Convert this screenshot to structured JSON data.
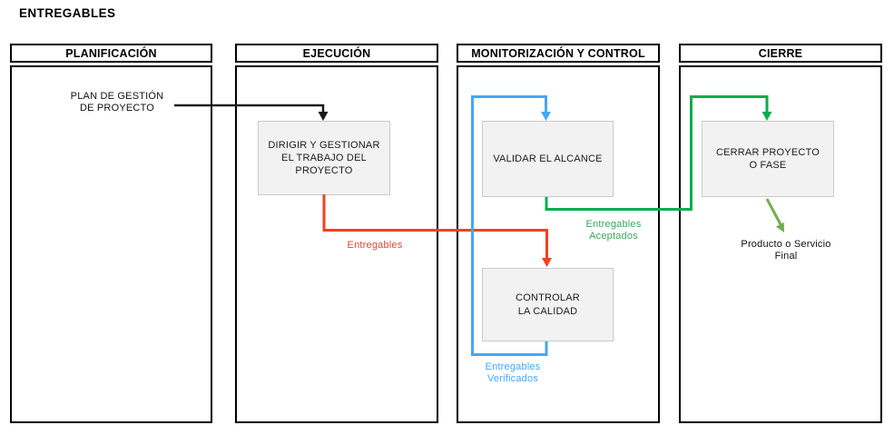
{
  "title": "ENTREGABLES",
  "columns": [
    {
      "header": "PLANIFICACIÓN"
    },
    {
      "header": "EJECUCIÓN"
    },
    {
      "header": "MONITORIZACIÓN Y CONTROL"
    },
    {
      "header": "CIERRE"
    }
  ],
  "nodes": {
    "plan_gestion": "PLAN DE GESTIÓN\nDE PROYECTO",
    "dirigir": "DIRIGIR Y GESTIONAR\nEL TRABAJO DEL\nPROYECTO",
    "validar": "VALIDAR EL ALCANCE",
    "controlar": "CONTROLAR\nLA CALIDAD",
    "cerrar": "CERRAR PROYECTO\nO FASE",
    "producto_final": "Producto o Servicio\nFinal"
  },
  "flow_labels": {
    "entregables": "Entregables",
    "entregables_aceptados": "Entregables\nAceptados",
    "entregables_verificados": "Entregables\nVerificados"
  },
  "colors": {
    "ink": "#000000",
    "line_black": "#1a1a1a",
    "line_red": "#f5401f",
    "label_red": "#df4634",
    "line_blue": "#45a6f6",
    "line_green": "#0bac51",
    "label_green": "#3aa55c",
    "arrow_olive": "#73ac51",
    "box_fill": "#f2f2f2",
    "box_border": "#c9c9c9"
  }
}
